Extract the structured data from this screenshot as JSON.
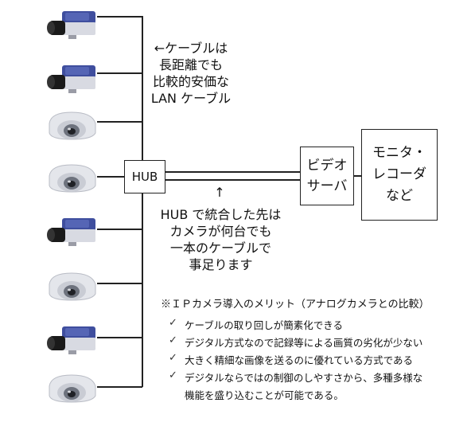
{
  "cameras": [
    {
      "type": "box"
    },
    {
      "type": "box"
    },
    {
      "type": "dome"
    },
    {
      "type": "dome"
    },
    {
      "type": "box"
    },
    {
      "type": "dome"
    },
    {
      "type": "box"
    },
    {
      "type": "dome"
    }
  ],
  "hub_label": "HUB",
  "video_server_label": "ビデオ\nサーバ",
  "monitor_label": "モニタ・\nレコーダ\nなど",
  "cable_note": {
    "arrow": "←",
    "lines": [
      "ケーブルは",
      "長距離でも",
      "比較的安価な",
      "LAN ケーブル"
    ]
  },
  "hub_note": {
    "arrow": "↑",
    "lines": [
      "HUB で統合した先は",
      "カメラが何台でも",
      "一本のケーブルで",
      "事足ります"
    ]
  },
  "merits": {
    "title": "※ＩＰカメラ導入のメリット（アナログカメラとの比較）",
    "items": [
      "ケーブルの取り回しが簡素化できる",
      "デジタル方式なので記録等による画質の劣化が少ない",
      "大きく精細な画像を送るのに優れている方式である",
      "デジタルならではの制御のしやすさから、多種多様な"
    ],
    "continuation": "機能を盛り込むことが可能である。"
  }
}
